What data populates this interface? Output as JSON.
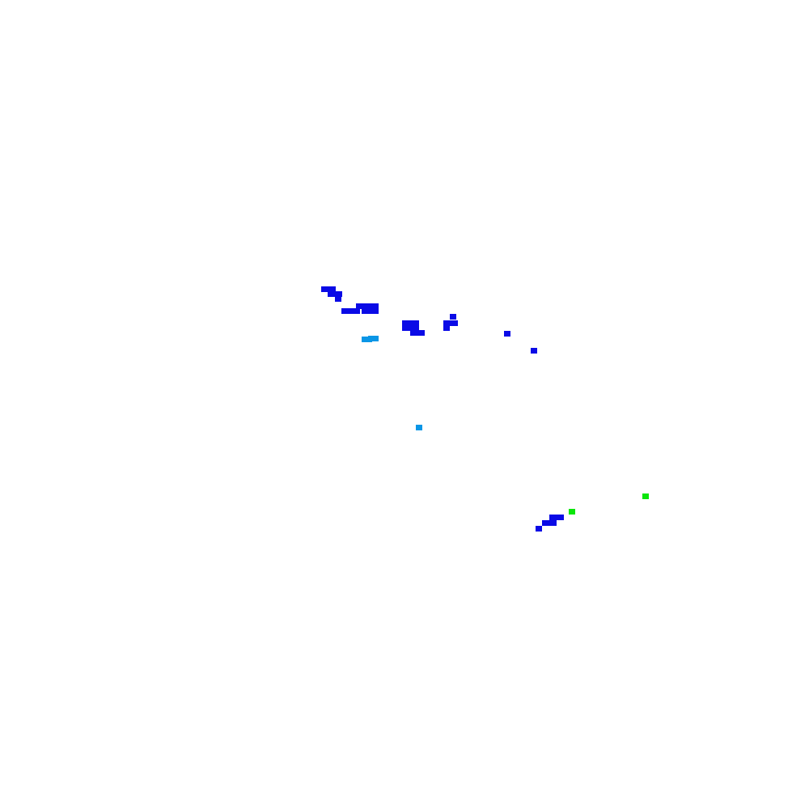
{
  "legend_colors": {
    "blue": "#0a0ae6",
    "light_blue": "#0a96e6",
    "green": "#0ae60a"
  },
  "chart_data": {
    "type": "scatter",
    "series": [
      {
        "color": "#0a0ae6",
        "points": [
          [
            397,
            354
          ],
          [
            402,
            354
          ],
          [
            407,
            354
          ],
          [
            405,
            360
          ],
          [
            410,
            360
          ],
          [
            415,
            360
          ],
          [
            414,
            366
          ],
          [
            422,
            381
          ],
          [
            427,
            381
          ],
          [
            432,
            381
          ],
          [
            437,
            381
          ],
          [
            440,
            375
          ],
          [
            445,
            375
          ],
          [
            450,
            375
          ],
          [
            455,
            375
          ],
          [
            460,
            375
          ],
          [
            447,
            381
          ],
          [
            452,
            381
          ],
          [
            457,
            381
          ],
          [
            460,
            381
          ],
          [
            497,
            396
          ],
          [
            502,
            396
          ],
          [
            507,
            396
          ],
          [
            510,
            396
          ],
          [
            497,
            402
          ],
          [
            502,
            402
          ],
          [
            507,
            402
          ],
          [
            510,
            402
          ],
          [
            507,
            408
          ],
          [
            512,
            408
          ],
          [
            517,
            408
          ],
          [
            556,
            388
          ],
          [
            548,
            396
          ],
          [
            553,
            396
          ],
          [
            558,
            396
          ],
          [
            548,
            402
          ],
          [
            623,
            409
          ],
          [
            656,
            430
          ],
          [
            679,
            636
          ],
          [
            684,
            636
          ],
          [
            689,
            636
          ],
          [
            670,
            643
          ],
          [
            675,
            643
          ],
          [
            680,
            643
          ],
          [
            662,
            650
          ]
        ]
      },
      {
        "color": "#0a96e6",
        "points": [
          [
            447,
            416
          ],
          [
            452,
            416
          ],
          [
            455,
            415
          ],
          [
            460,
            415
          ],
          [
            514,
            525
          ]
        ]
      },
      {
        "color": "#0ae60a",
        "points": [
          [
            703,
            629
          ],
          [
            794,
            610
          ]
        ]
      }
    ]
  }
}
